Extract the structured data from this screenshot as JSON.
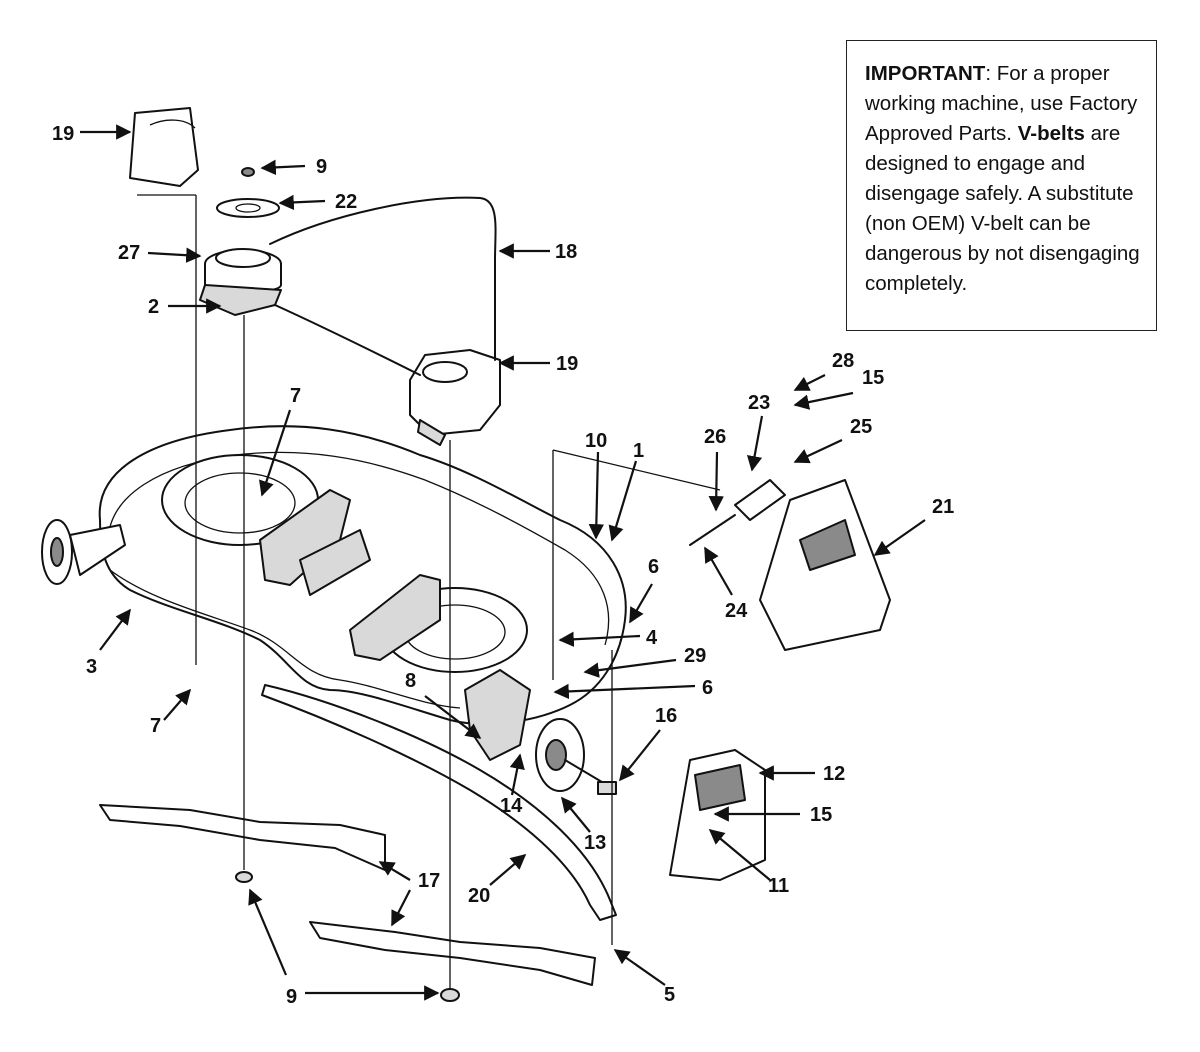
{
  "notice": {
    "heading": "IMPORTANT",
    "line1_rest": ": For a proper working machine, use Factory Approved Parts.",
    "vbelts": "V-belts",
    "line2_rest": " are designed to engage and disengage safely. A substitute (non OEM) V-belt can be dangerous by not disengaging completely."
  },
  "callouts": {
    "c19a": "19",
    "c9a": "9",
    "c22": "22",
    "c27": "27",
    "c18": "18",
    "c2": "2",
    "c19b": "19",
    "c7a": "7",
    "c10": "10",
    "c1": "1",
    "c28": "28",
    "c15a": "15",
    "c23": "23",
    "c26": "26",
    "c25": "25",
    "c21": "21",
    "c24": "24",
    "c6a": "6",
    "c4": "4",
    "c29": "29",
    "c6b": "6",
    "c3": "3",
    "c7b": "7",
    "c8": "8",
    "c16": "16",
    "c12": "12",
    "c15b": "15",
    "c14": "14",
    "c13": "13",
    "c11": "11",
    "c17": "17",
    "c20": "20",
    "c9b": "9",
    "c5": "5"
  }
}
